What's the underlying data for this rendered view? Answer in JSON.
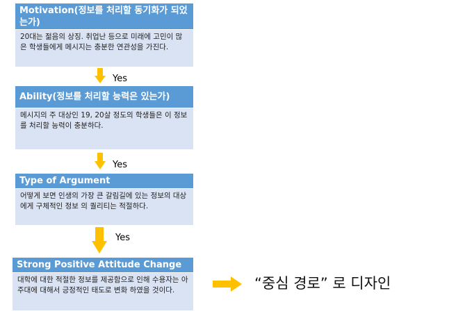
{
  "steps": [
    {
      "title": "Motivation(정보를 처리할 동기화가 되었는가)",
      "text": "20대는 젊음의 상징. 취업난 등으로 미래에 고민이 많은 학생들에게 메시지는 충분한 연관성을 가진다."
    },
    {
      "title": "Ability(정보를 처리할 능력은 있는가)",
      "text": "메시지의 주 대상인 19, 20살 정도의 학생들은 이 정보를 처리할 능력이 충분하다."
    },
    {
      "title": "Type of Argument",
      "text": "어떻게 보면 인생의 가장 큰 갈림길에 있는 정보의 대상에게 구체적인 정보 의 퀄리티는 적절하다."
    },
    {
      "title": "Strong Positive Attitude Change",
      "text": "대학에 대한 적절한 정보를 제공함으로 인해 수용자는 아주대에 대해서 긍정적인 태도로 변화 하였을 것이다."
    }
  ],
  "connectors": [
    "Yes",
    "Yes",
    "Yes"
  ],
  "conclusion": "“중심 경로” 로 디자인",
  "colors": {
    "header": "#5b9bd5",
    "body": "#dae3f3",
    "arrow": "#ffc000"
  }
}
